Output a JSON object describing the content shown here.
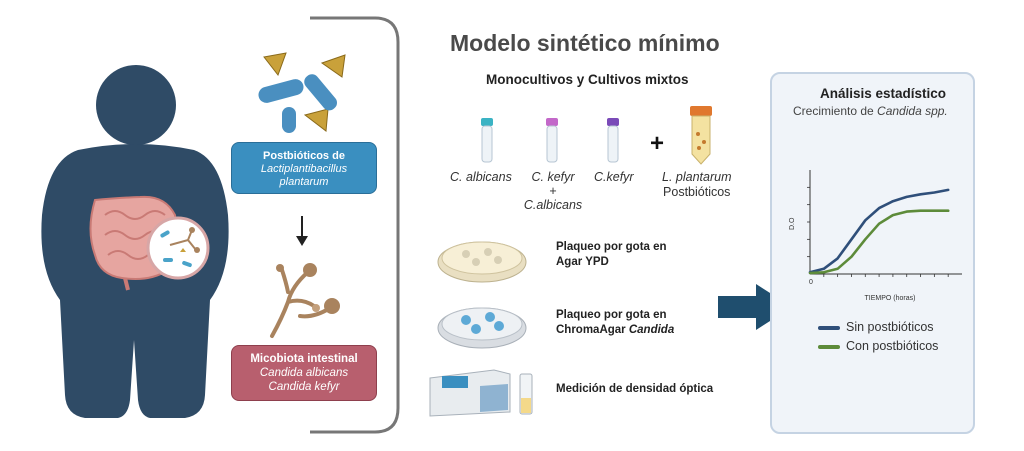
{
  "title": "Modelo sintético mínimo",
  "subtitle": "Monocultivos  y Cultivos mixtos",
  "postbiotics_box": {
    "line1": "Postbióticos de",
    "line2": "Lactiplantibacillus",
    "line3": "plantarum"
  },
  "mycobiota_box": {
    "line1": "Micobiota intestinal",
    "line2": "Candida albicans",
    "line3": "Candida kefyr"
  },
  "cultures": {
    "c_albicans": "C. albicans",
    "mixed_line1": "C. kefyr",
    "mixed_plus": "+",
    "mixed_line2": "C.albicans",
    "c_kefyr": "C.kefyr",
    "plus_sign": "+",
    "lp_line1": "L. plantarum",
    "lp_line2": "Postbióticos"
  },
  "steps": {
    "ypd_line1": "Plaqueo por gota en",
    "ypd_line2": "Agar YPD",
    "chroma_line1": "Plaqueo por gota en",
    "chroma_line2a": "ChromaAgar ",
    "chroma_line2b": "Candida",
    "od": "Medición de densidad óptica"
  },
  "analysis": {
    "title": "Análisis estadístico",
    "subtitle_a": "Crecimiento de ",
    "subtitle_b": "Candida spp.",
    "ylabel": "D.O",
    "xlabel": "TIEMPO (horas)",
    "origin": "0"
  },
  "chart_data": {
    "type": "line",
    "title": "",
    "xlabel": "TIEMPO (horas)",
    "ylabel": "D.O",
    "series": [
      {
        "name": "Sin postbióticos",
        "color": "#2f4f7a",
        "x": [
          0,
          1,
          2,
          3,
          4,
          5,
          6,
          7,
          8,
          9,
          10
        ],
        "y": [
          0.1,
          0.3,
          0.9,
          2.0,
          3.1,
          3.8,
          4.2,
          4.45,
          4.6,
          4.7,
          4.85
        ]
      },
      {
        "name": "Con postbióticos",
        "color": "#5d8b3a",
        "x": [
          0,
          1,
          2,
          3,
          4,
          5,
          6,
          7,
          8,
          9,
          10
        ],
        "y": [
          0.05,
          0.1,
          0.3,
          1.0,
          2.0,
          2.9,
          3.4,
          3.6,
          3.65,
          3.65,
          3.65
        ]
      }
    ],
    "ylim": [
      0,
      6
    ],
    "xlim": [
      0,
      11
    ],
    "grid": false,
    "legend": "bottom"
  },
  "colors": {
    "body": "#2f4b66",
    "arrow": "#1f4e6e",
    "postbiotic_box": "#3a8fc0",
    "mycobiota_box": "#b85f6e",
    "bracket": "#777777"
  }
}
